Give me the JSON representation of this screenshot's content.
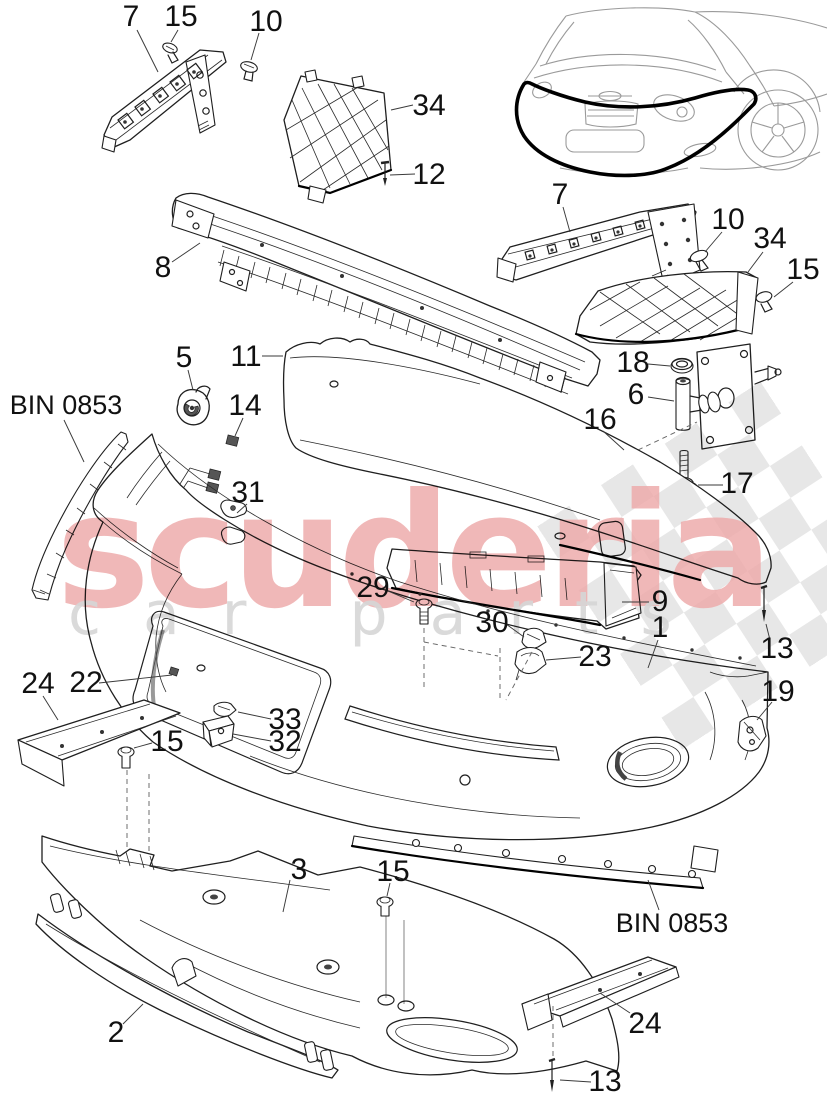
{
  "watermark": {
    "brand": "scuderia",
    "subtext": "car parts"
  },
  "colors": {
    "watermark_pink": "#eeacac",
    "watermark_gray": "#d6d6d6",
    "flag_gray": "#e3e3e3",
    "line": "#1f1f1f",
    "bold_outline": "#000000",
    "car_gray": "#9a9a9a"
  },
  "callouts": {
    "c7a": {
      "label": "7"
    },
    "c15a": {
      "label": "15"
    },
    "c10a": {
      "label": "10"
    },
    "c34a": {
      "label": "34"
    },
    "c12": {
      "label": "12"
    },
    "c8": {
      "label": "8"
    },
    "c7b": {
      "label": "7"
    },
    "c10b": {
      "label": "10"
    },
    "c34b": {
      "label": "34"
    },
    "c15b": {
      "label": "15"
    },
    "c5": {
      "label": "5"
    },
    "c11": {
      "label": "11"
    },
    "c18": {
      "label": "18"
    },
    "c6": {
      "label": "6"
    },
    "cbinL": {
      "label": "BIN 0853"
    },
    "c14": {
      "label": "14"
    },
    "c16": {
      "label": "16"
    },
    "c17": {
      "label": "17"
    },
    "c31": {
      "label": "31"
    },
    "c29": {
      "label": "29"
    },
    "c9": {
      "label": "9"
    },
    "c30": {
      "label": "30"
    },
    "c1": {
      "label": "1"
    },
    "c23": {
      "label": "23"
    },
    "c13a": {
      "label": "13"
    },
    "c24a": {
      "label": "24"
    },
    "c22": {
      "label": "22"
    },
    "c19": {
      "label": "19"
    },
    "c33": {
      "label": "33"
    },
    "c32": {
      "label": "32"
    },
    "c15c": {
      "label": "15"
    },
    "c3": {
      "label": "3"
    },
    "c15d": {
      "label": "15"
    },
    "cbinR": {
      "label": "BIN 0853"
    },
    "c2": {
      "label": "2"
    },
    "c24b": {
      "label": "24"
    },
    "c13b": {
      "label": "13"
    }
  }
}
